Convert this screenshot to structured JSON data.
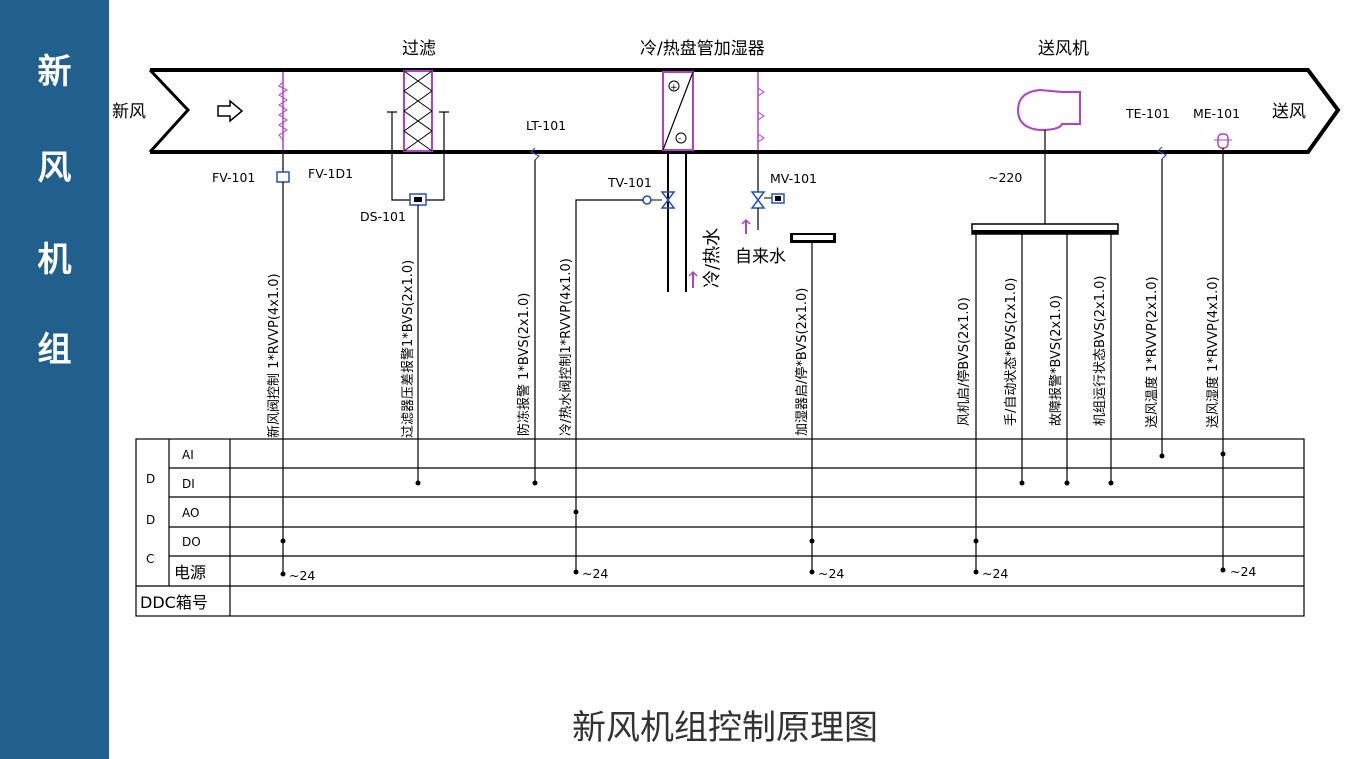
{
  "sidebar": {
    "title_chars": [
      "新",
      "风",
      "机",
      "组"
    ],
    "bg_color": "#21608c"
  },
  "diagram": {
    "titles": {
      "filter": "过滤",
      "coil_humidifier": "冷/热盘管加湿器",
      "fan": "送风机"
    },
    "inlet_label": "新风",
    "outlet_label": "送风",
    "tags": {
      "fv101": "FV-101",
      "fv1d1": "FV-1D1",
      "ds101": "DS-101",
      "lt101": "LT-101",
      "tv101": "TV-101",
      "mv101": "MV-101",
      "te101": "TE-101",
      "me101": "ME-101",
      "fan_power": "~220"
    },
    "water_labels": {
      "hot_cold_water": "冷/热水",
      "tap_water": "自来水"
    },
    "cables": [
      "新风阀控制 1*RVVP(4x1.0)",
      "过滤器压差报警1*BVS(2x1.0)",
      "防冻报警 1*BVS(2x1.0)",
      "冷/热水阀控制1*RVVP(4x1.0)",
      "加湿器启/停*BVS(2x1.0)",
      "风机启/停BVS(2x1.0)",
      "手/自动状态*BVS(2x1.0)",
      "故障报警*BVS(2x1.0)",
      "机组运行状态BVS(2x1.0)",
      "送风温度 1*RVVP(2x1.0)",
      "送风湿度 1*RVVP(4x1.0)"
    ],
    "table": {
      "rows": [
        "AI",
        "DI",
        "AO",
        "DO",
        "电源"
      ],
      "ddc_chars": [
        "D",
        "D",
        "C"
      ],
      "bottom_label": "DDC箱号",
      "power_labels": [
        "~24",
        "~24",
        "~24",
        "~24",
        "~24"
      ]
    },
    "accent_color": "#b040c8",
    "valve_color": "#2050c0"
  },
  "caption": "新风机组控制原理图"
}
